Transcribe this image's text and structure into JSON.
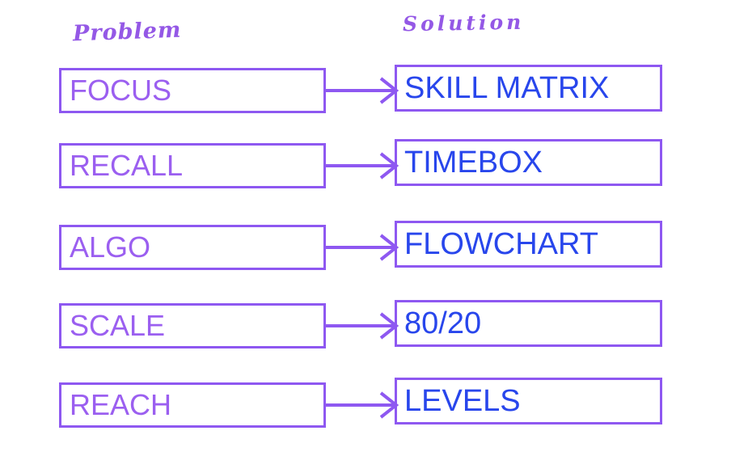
{
  "headers": {
    "problem": "Problem",
    "solution": "Solution"
  },
  "rows": [
    {
      "problem": "FOCUS",
      "solution": "SKILL MATRIX"
    },
    {
      "problem": "RECALL",
      "solution": "TIMEBOX"
    },
    {
      "problem": "ALGO",
      "solution": "FLOWCHART"
    },
    {
      "problem": "SCALE",
      "solution": "80/20"
    },
    {
      "problem": "REACH",
      "solution": "LEVELS"
    }
  ],
  "colors": {
    "box_border": "#8e58f1",
    "problem_text": "#9b5ff0",
    "solution_text": "#2846ec",
    "header_text": "#9458e6",
    "background": "#ffffff"
  },
  "icons": {
    "arrow": "right-arrow"
  }
}
